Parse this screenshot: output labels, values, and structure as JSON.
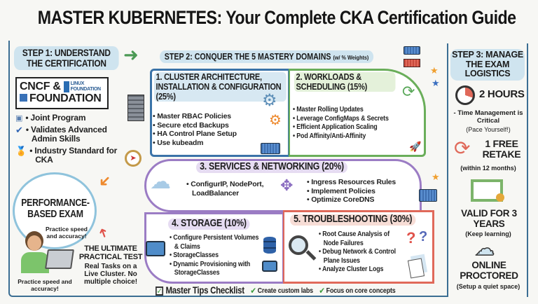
{
  "title": "MASTER KUBERNETES: Your Complete CKA Certification Guide",
  "step1": {
    "label": "STEP 1: UNDERSTAND THE CERTIFICATION",
    "org_line1": "CNCF &",
    "org_logo": "LINUX FOUNDATION",
    "org_line2": "FOUNDATION",
    "bullets": [
      "Joint Program",
      "Validates Advanced Admin Skills",
      "Industry Standard for CKA"
    ],
    "exam_title": "PERFORMANCE-BASED EXAM",
    "note1": "Practice speed and accuracy!",
    "note2": "Practice speed and accuracy!",
    "test_title": "THE ULTIMATE PRACTICAL TEST",
    "test_desc": "Real Tasks on a Live Cluster. No multiple choice!"
  },
  "step2": {
    "label": "STEP 2: CONQUER THE 5 MASTERY DOMAINS",
    "label_suffix": "(w/ % Weights)",
    "domains": [
      {
        "title": "1. CLUSTER ARCHITECTURE, INSTALLATION & CONFIGURATION (25%)",
        "weight": 25,
        "bullets": [
          "Master RBAC Policies",
          "Secure etcd Backups",
          "HA Control Plane Setup",
          "Use kubeadm"
        ]
      },
      {
        "title": "2. WORKLOADS & SCHEDULING (15%)",
        "weight": 15,
        "bullets": [
          "Master Rolling Updates",
          "Leverage ConfigMaps & Secrets",
          "Efficient Application Scaling",
          "Pod Affinity/Anti-Affinity"
        ]
      },
      {
        "title": "3. SERVICES & NETWORKING (20%)",
        "weight": 20,
        "bullets_left": [
          "ConfigurIP, NodePort, LoadBalancer"
        ],
        "bullets_right": [
          "Ingress Resources Rules",
          "Implement Policies",
          "Optimize CoreDNS"
        ]
      },
      {
        "title": "4. STORAGE (10%)",
        "weight": 10,
        "bullets": [
          "Configure Persistent Volumes & Claims",
          "StorageClasses",
          "Dynamic Provisioning with StorageClasses"
        ]
      },
      {
        "title": "5. TROUBLESHOOTING (30%)",
        "weight": 30,
        "bullets": [
          "Root Cause Analysis of Node Failures",
          "Debug Network & Control Plane Issues",
          "Analyze Cluster Logs"
        ]
      }
    ]
  },
  "step3": {
    "label": "STEP 3: MANAGE THE EXAM LOGISTICS",
    "items": [
      {
        "title": "2 HOURS",
        "desc": "- Time Management is Critical",
        "note": "(Pace Yourself!)"
      },
      {
        "title": "1 FREE RETAKE",
        "note": "(within 12 months)"
      },
      {
        "title": "VALID FOR 3 YEARS",
        "note": "(Keep learning)"
      },
      {
        "title": "ONLINE PROCTORED",
        "note": "(Setup a quiet space)"
      }
    ]
  },
  "tips": {
    "title": "Master Tips Checklist",
    "items": [
      "Create custom labs",
      "Focus on core concepts"
    ]
  },
  "colors": {
    "blue": "#3b73a8",
    "green": "#6aae5a",
    "purple": "#9b7cc4",
    "red": "#e0695a",
    "pill": "#cfe4ef"
  }
}
